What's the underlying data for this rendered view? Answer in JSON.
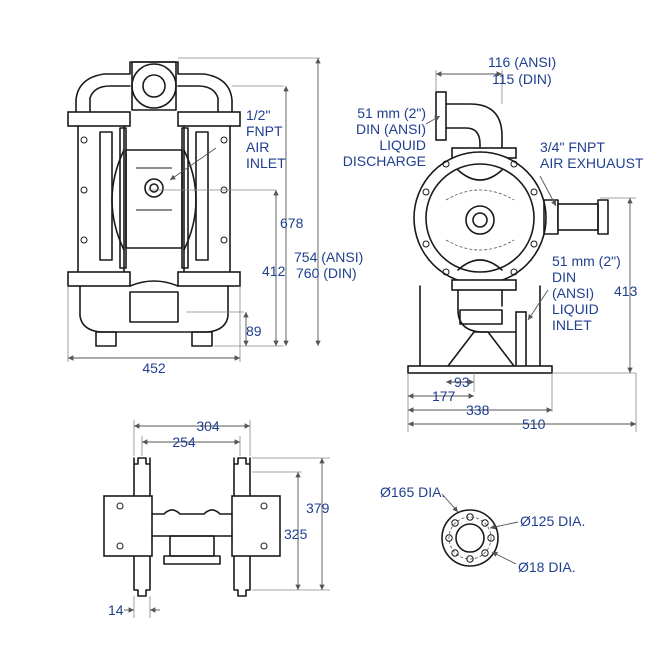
{
  "front_view": {
    "labels": {
      "air_inlet": [
        "1/2\"",
        "FNPT",
        "AIR",
        "INLET"
      ],
      "width": "452",
      "height_678": "678",
      "height_412": "412",
      "height_89": "89",
      "height_754": "754 (ANSI)",
      "height_760": "760 (DIN)"
    }
  },
  "side_view": {
    "labels": {
      "top_116": "116 (ANSI)",
      "top_115": "115 (DIN)",
      "discharge": [
        "51 mm (2\")",
        "DIN (ANSI)",
        "LIQUID",
        "DISCHARGE"
      ],
      "exhaust": [
        "3/4\" FNPT",
        "AIR EXHUAUST"
      ],
      "inlet": [
        "51 mm (2\")",
        "DIN",
        "(ANSI)",
        "LIQUID",
        "INLET"
      ],
      "height_413": "413",
      "dim_93": "93",
      "dim_177": "177",
      "dim_338": "338",
      "dim_510": "510"
    }
  },
  "base_view": {
    "labels": {
      "dim_304": "304",
      "dim_254": "254",
      "dim_379": "379",
      "dim_325": "325",
      "dim_14": "14"
    }
  },
  "flange_view": {
    "labels": {
      "d165": "Ø165 DIA.",
      "d125": "Ø125 DIA.",
      "d18": "Ø18 DIA."
    }
  }
}
